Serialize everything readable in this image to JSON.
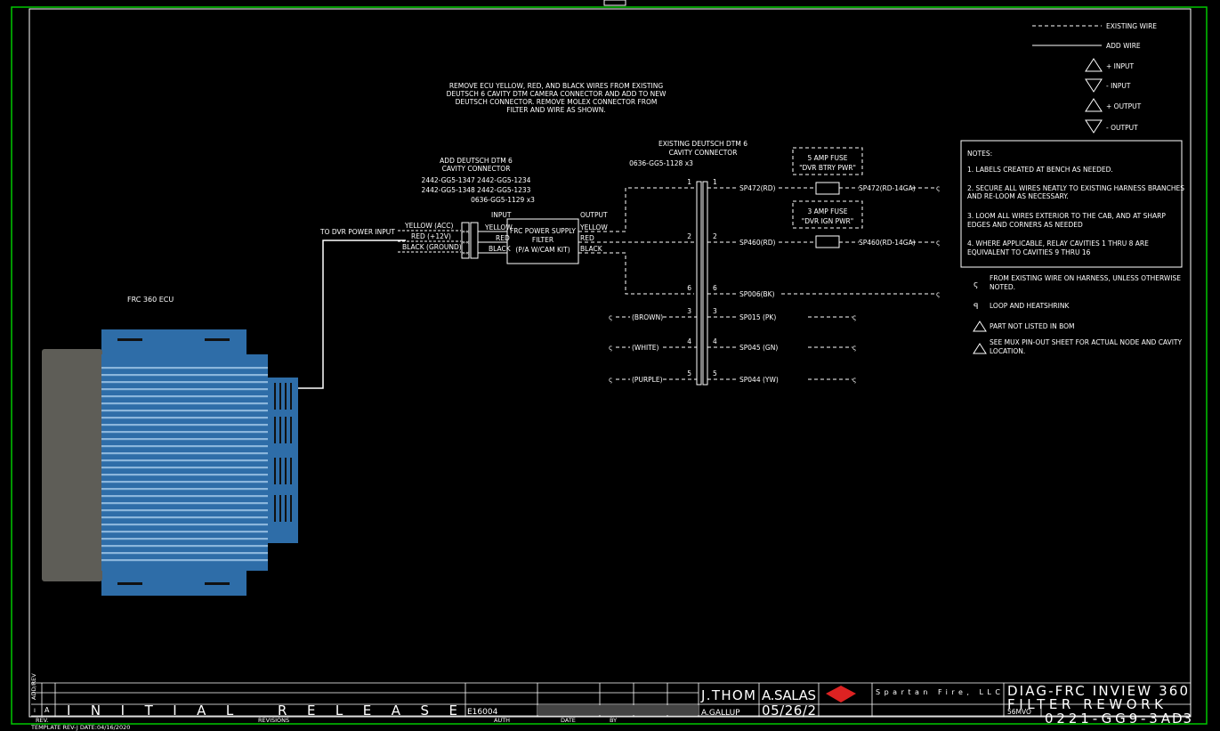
{
  "title": {
    "remove_note": [
      "REMOVE ECU YELLOW, RED, AND BLACK WIRES FROM EXISTING",
      "DEUTSCH 6 CAVITY DTM CAMERA CONNECTOR AND ADD TO NEW",
      "DEUTSCH CONNECTOR. REMOVE MOLEX CONNECTOR FROM",
      "FILTER AND WIRE AS SHOWN."
    ]
  },
  "legend": {
    "existing_wire": "EXISTING WIRE",
    "add_wire": "ADD WIRE",
    "plus_input": "+ INPUT",
    "minus_input": "- INPUT",
    "plus_output": "+ OUTPUT",
    "minus_output": "- OUTPUT"
  },
  "notes": {
    "header": "NOTES:",
    "items": [
      [
        "1. LABELS CREATED AT BENCH AS NEEDED."
      ],
      [
        "2. SECURE ALL WIRES NEATLY TO EXISTING HARNESS BRANCHES",
        "AND RE-LOOM AS NECESSARY."
      ],
      [
        "3. LOOM ALL WIRES EXTERIOR TO THE CAB, AND AT SHARP",
        "EDGES AND CORNERS AS NEEDED"
      ],
      [
        "4. WHERE APPLICABLE, RELAY CAVITIES 1 THRU 8 ARE",
        "EQUIVALENT TO CAVITIES 9 THRU 16"
      ]
    ]
  },
  "symbols": [
    [
      "FROM EXISTING WIRE ON HARNESS, UNLESS OTHERWISE",
      "NOTED."
    ],
    [
      "LOOP AND HEATSHRINK"
    ],
    [
      "PART NOT LISTED IN BOM"
    ],
    [
      "SEE MUX PIN-OUT SHEET FOR ACTUAL NODE AND CAVITY",
      "LOCATION."
    ]
  ],
  "ecu": {
    "label": "FRC 360 ECU"
  },
  "new_connector": {
    "lines": [
      "ADD DEUTSCH DTM 6",
      "CAVITY CONNECTOR",
      "2442-GG5-1347  2442-GG5-1234",
      "2442-GG5-1348  2442-GG5-1233",
      "0636-GG5-1129 x3"
    ]
  },
  "existing_connector": {
    "lines": [
      "EXISTING DEUTSCH DTM 6",
      "CAVITY CONNECTOR",
      "0636-GG5-1128 x3"
    ]
  },
  "dvr_label": "TO DVR POWER INPUT",
  "ecu_wires": [
    "YELLOW (ACC)",
    "RED (+12V)",
    "BLACK (GROUND)"
  ],
  "filter": {
    "name": [
      "FRC POWER SUPPLY",
      "FILTER",
      "(P/A W/CAM KIT)"
    ],
    "input": "INPUT",
    "output": "OUTPUT",
    "in_colors": [
      "YELLOW",
      "RED",
      "BLACK"
    ],
    "out_colors": [
      "YELLOW",
      "RED",
      "BLACK"
    ]
  },
  "fuses": [
    {
      "name": "5 AMP FUSE",
      "label": "\"DVR BTRY PWR\""
    },
    {
      "name": "3 AMP FUSE",
      "label": "\"DVR IGN PWR\""
    }
  ],
  "pins": [
    "1",
    "2",
    "6",
    "3",
    "4",
    "5"
  ],
  "circuits": [
    {
      "left": "",
      "mid": "SP472(RD)",
      "right": "SP472(RD-14GA)"
    },
    {
      "left": "",
      "mid": "SP460(RD)",
      "right": "SP460(RD-14GA)"
    },
    {
      "left": "",
      "mid": "SP006(BK)",
      "right": ""
    },
    {
      "left": "(BROWN)",
      "mid": "SP015 (PK)",
      "right": ""
    },
    {
      "left": "(WHITE)",
      "mid": "SP045 (GN)",
      "right": ""
    },
    {
      "left": "(PURPLE)",
      "mid": "SP044 (YW)",
      "right": ""
    }
  ],
  "title_block": {
    "rev_side": "ADD/REV",
    "rev_a": "A",
    "rev_i": "I",
    "rev_label": "REV.",
    "revisions_label": "REVISIONS",
    "initial_release": "INITIAL RELEASE",
    "eco": "E16004",
    "auth": "AUTH",
    "date": "DATE",
    "by": "BY",
    "drawn": "J.THOM",
    "checked": "A.SALAS",
    "approved": "A.GALLUP",
    "dwg_date": "05/26/2",
    "company": "Spartan Fire, LLC",
    "doc_title_1": "DIAG-FRC INVIEW 360",
    "doc_title_2": "FILTER REWORK",
    "doc_number": "0221-GG9-3A",
    "sheet": "D3",
    "model": "56MVO",
    "template": "TEMPLATE REV-J    DATE:04/16/2020"
  },
  "colors": {
    "frame": "#00c800",
    "ecu_blue": "#2e6da8",
    "ecu_stripe": "#8bb6dc",
    "ecu_gray": "#5e5d57",
    "background": "#000000"
  }
}
